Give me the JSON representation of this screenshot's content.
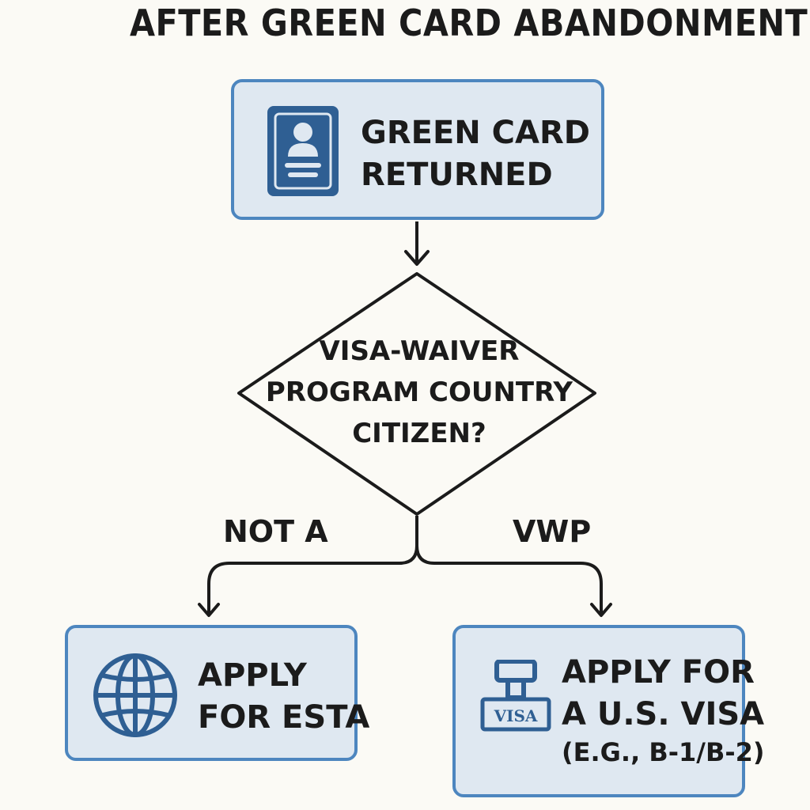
{
  "title": "AFTER GREEN CARD ABANDONMENT",
  "nodes": {
    "start": {
      "line1": "GREEN CARD",
      "line2": "RETURNED",
      "icon": "id-card-icon"
    },
    "decision": {
      "line1": "VISA-WAIVER",
      "line2": "PROGRAM COUNTRY",
      "line3": "CITIZEN?"
    },
    "left": {
      "line1": "APPLY",
      "line2": "FOR ESTA",
      "icon": "globe-icon"
    },
    "right": {
      "line1": "APPLY FOR",
      "line2": "A U.S. VISA",
      "line3": "(E.G., B-1/B-2)",
      "icon": "visa-stamp-icon",
      "icon_text": "VISA"
    }
  },
  "branches": {
    "left_label": "NOT A",
    "right_label": "VWP"
  },
  "colors": {
    "box_fill": "#dfe8f1",
    "box_border": "#4d86bf",
    "icon_fill": "#2f5f93",
    "line": "#1b1b1b",
    "background": "#fbfaf5"
  }
}
